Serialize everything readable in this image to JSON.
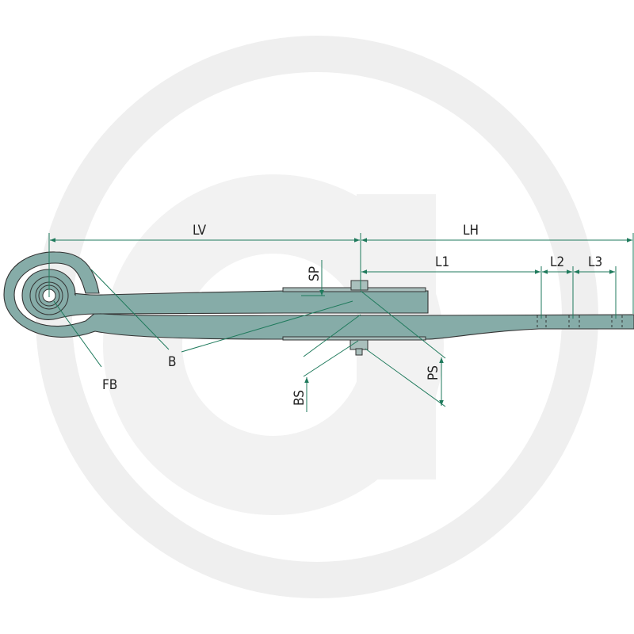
{
  "labels": {
    "lv": "LV",
    "lh": "LH",
    "l1": "L1",
    "l2": "L2",
    "l3": "L3",
    "sp": "SP",
    "b": "B",
    "fb": "FB",
    "bs": "BS",
    "ps": "PS"
  },
  "colors": {
    "spring": "#86aca8",
    "dimension_line": "#1f7a5c",
    "watermark": "#efefef"
  }
}
